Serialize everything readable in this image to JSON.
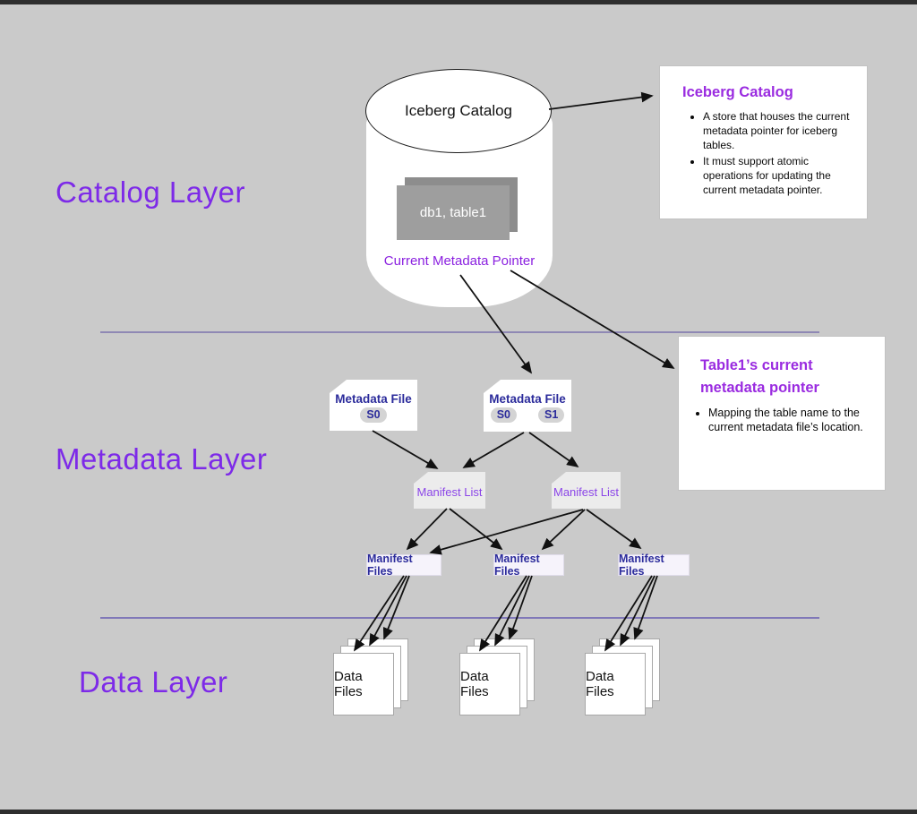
{
  "colors": {
    "background": "#cacaca",
    "layer_label_purple": "#7d2ae8",
    "callout_heading_purple": "#9a2be0",
    "file_label_navy": "#2b2b9b",
    "manifest_list_purple": "#8b45e8",
    "divider_line": "#6257a8",
    "cylinder_box_gray": "#9e9e9e"
  },
  "layer_labels": [
    {
      "label": "Catalog Layer"
    },
    {
      "label": "Metadata Layer"
    },
    {
      "label": "Data Layer"
    }
  ],
  "catalog_cylinder": {
    "title": "Iceberg Catalog",
    "table_box": "db1, table1",
    "pointer_label": "Current Metadata Pointer"
  },
  "callouts": [
    {
      "title": "Iceberg Catalog",
      "bullets": [
        "A store that houses the current metadata pointer for iceberg tables.",
        "It must support atomic operations for updating the current metadata pointer."
      ]
    },
    {
      "title": "Table1’s current metadata pointer",
      "bullets": [
        "Mapping the table name to the current metadata file’s location."
      ]
    }
  ],
  "metadata_files": [
    {
      "label": "Metadata File",
      "snapshots": [
        "S0"
      ]
    },
    {
      "label": "Metadata File",
      "snapshots": [
        "S0",
        "S1"
      ]
    }
  ],
  "manifest_lists": [
    {
      "label": "Manifest List"
    },
    {
      "label": "Manifest List"
    }
  ],
  "manifest_file_boxes": [
    {
      "label": "Manifest Files"
    },
    {
      "label": "Manifest Files"
    },
    {
      "label": "Manifest Files"
    }
  ],
  "data_file_stacks": [
    {
      "label": "Data Files"
    },
    {
      "label": "Data Files"
    },
    {
      "label": "Data Files"
    }
  ]
}
